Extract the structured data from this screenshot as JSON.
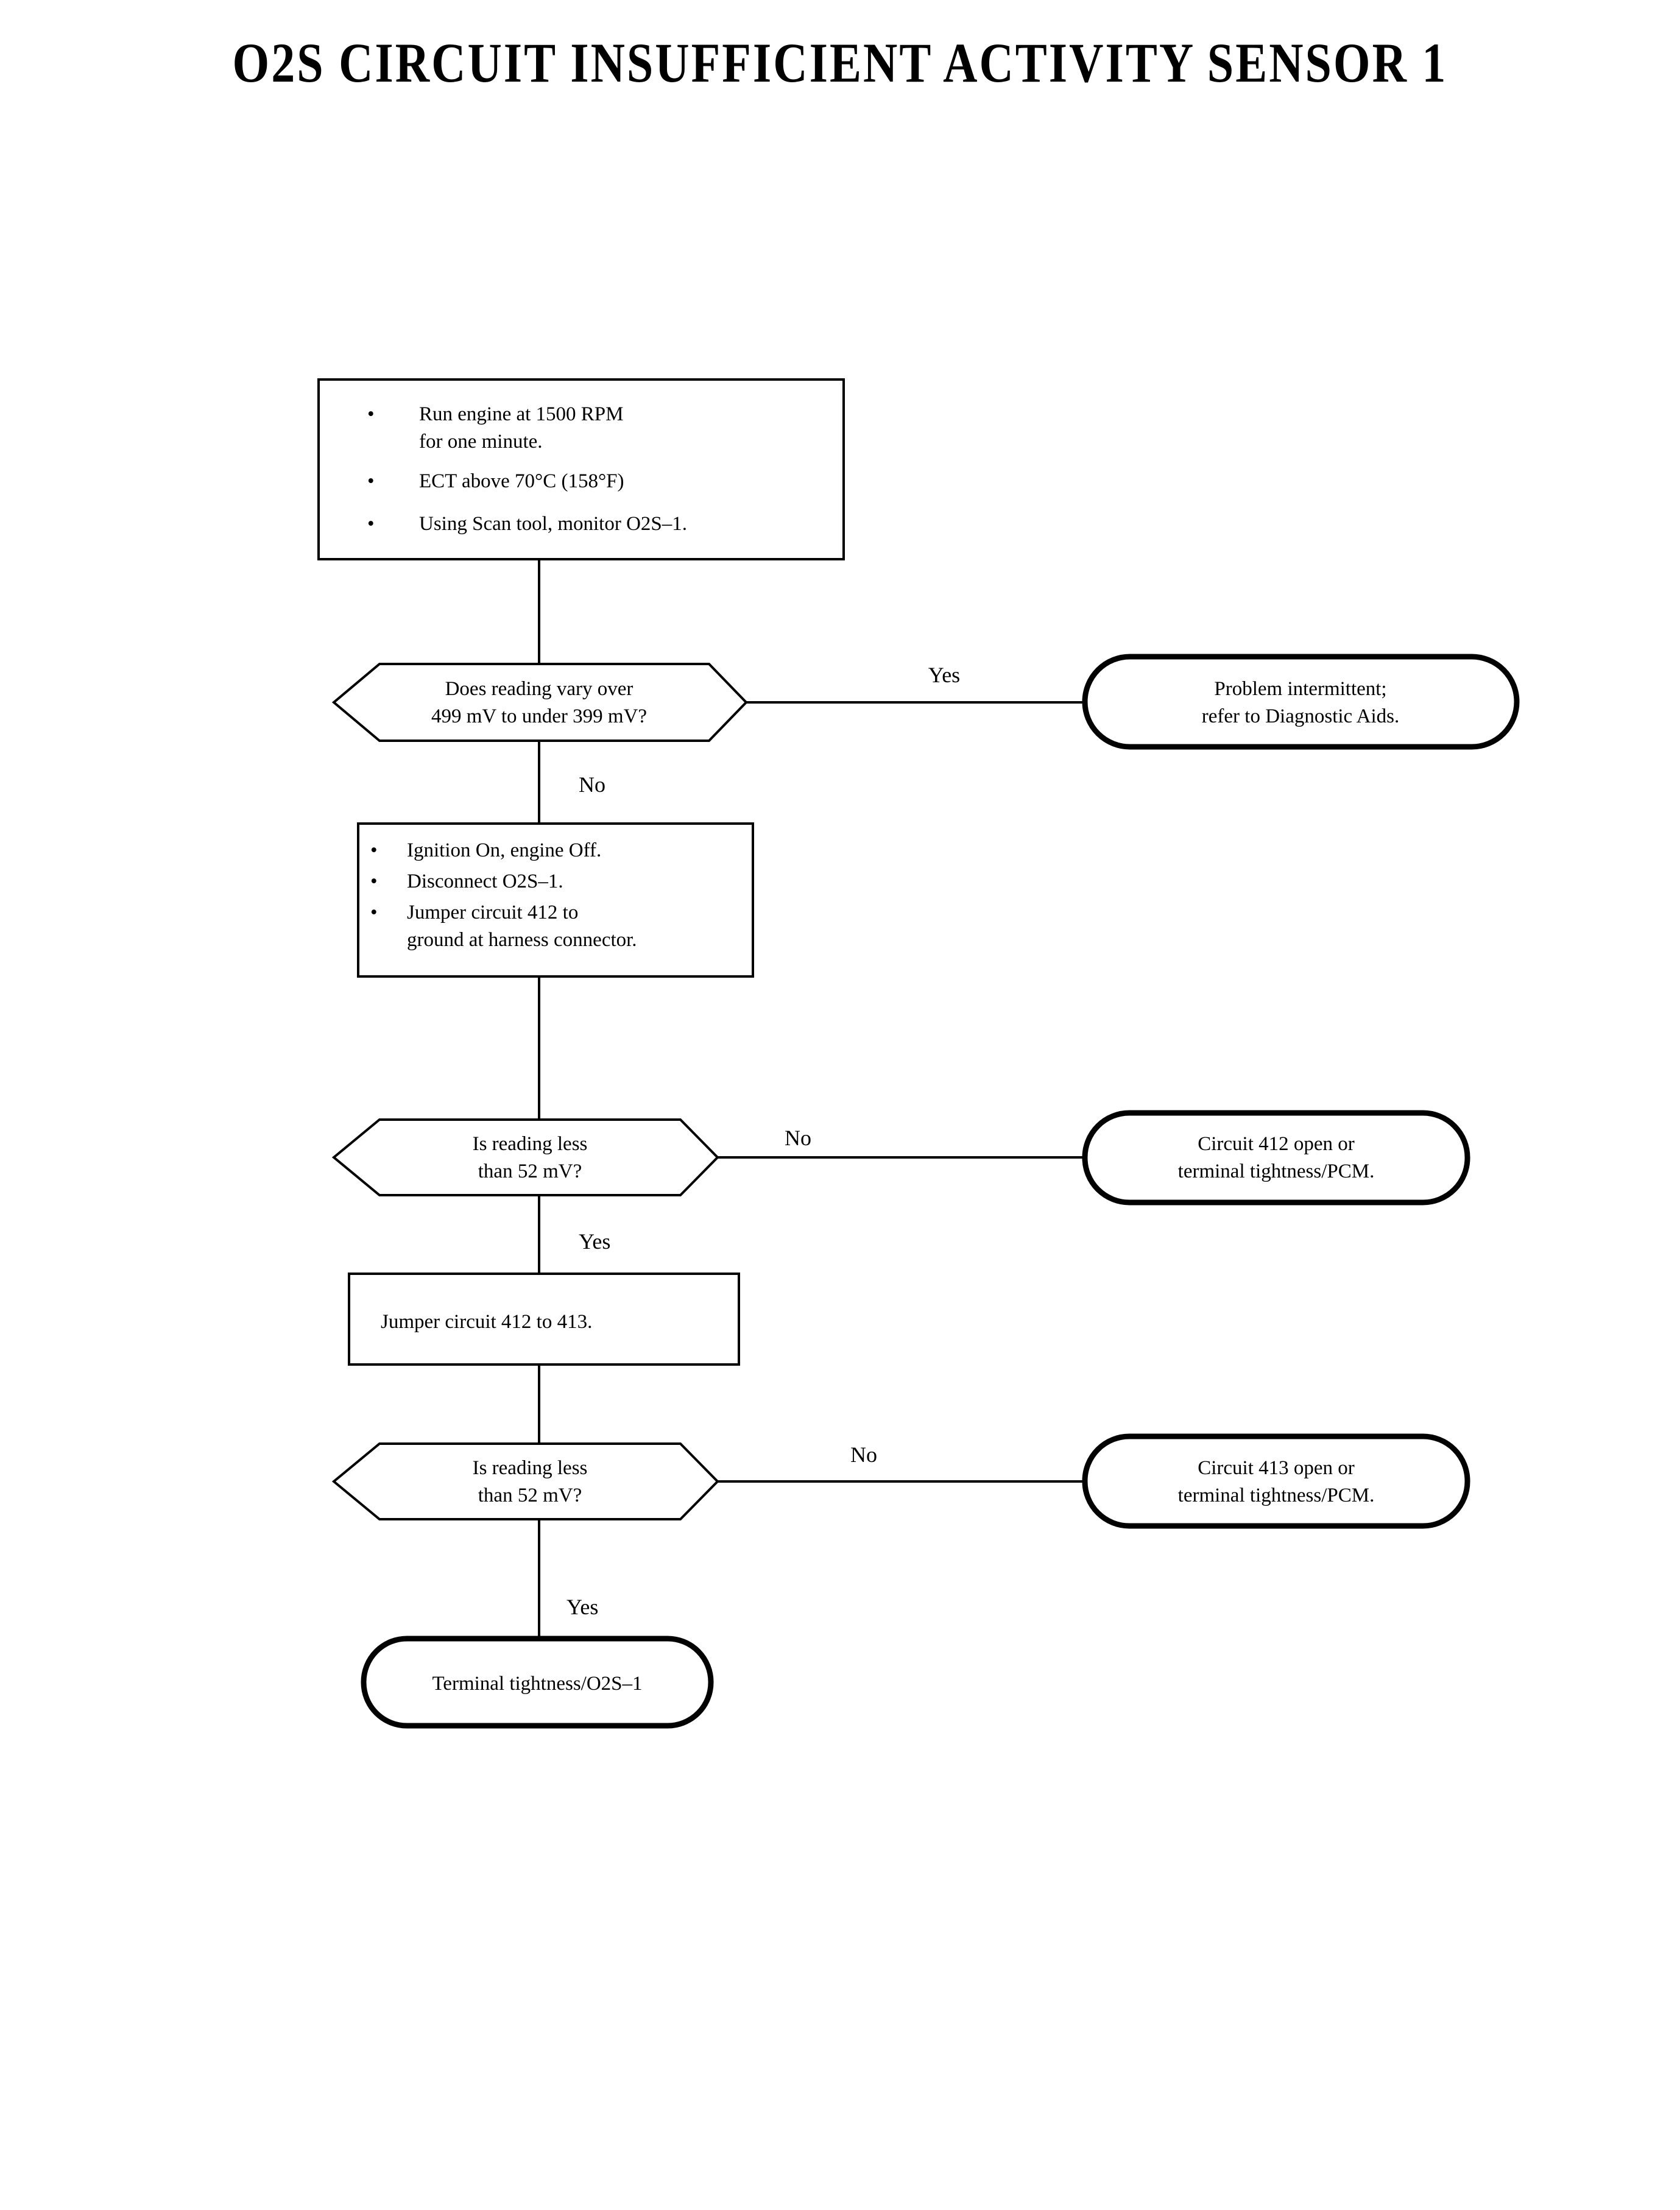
{
  "document": {
    "title": "O2S CIRCUIT INSUFFICIENT ACTIVITY SENSOR 1"
  },
  "chart_data": {
    "type": "diagram",
    "diagram_kind": "flowchart",
    "title": "O2S CIRCUIT INSUFFICIENT ACTIVITY SENSOR 1",
    "nodes": [
      {
        "id": "step1",
        "shape": "process",
        "bullets": true,
        "lines": [
          "Run engine at 1500 RPM",
          "for one minute.",
          "ECT above 70°C (158°F)",
          "Using Scan tool, monitor O2S–1."
        ],
        "bullet_items": [
          [
            "Run engine at 1500 RPM",
            "for one minute."
          ],
          [
            "ECT above 70°C (158°F)"
          ],
          [
            "Using Scan tool, monitor O2S–1."
          ]
        ]
      },
      {
        "id": "decision1",
        "shape": "decision",
        "lines": [
          "Does reading vary over",
          "499 mV to under 399 mV?"
        ]
      },
      {
        "id": "result1",
        "shape": "terminator",
        "lines": [
          "Problem intermittent;",
          "refer to Diagnostic Aids."
        ]
      },
      {
        "id": "step2",
        "shape": "process",
        "bullets": true,
        "bullet_items": [
          [
            "Ignition On, engine Off."
          ],
          [
            "Disconnect O2S–1."
          ],
          [
            "Jumper circuit 412 to",
            "ground at harness connector."
          ]
        ]
      },
      {
        "id": "decision2",
        "shape": "decision",
        "lines": [
          "Is reading less",
          "than 52 mV?"
        ]
      },
      {
        "id": "result2",
        "shape": "terminator",
        "lines": [
          "Circuit 412 open or",
          "terminal tightness/PCM."
        ]
      },
      {
        "id": "step3",
        "shape": "process",
        "bullets": false,
        "lines": [
          "Jumper circuit 412 to 413."
        ]
      },
      {
        "id": "decision3",
        "shape": "decision",
        "lines": [
          "Is reading less",
          "than 52 mV?"
        ]
      },
      {
        "id": "result3",
        "shape": "terminator",
        "lines": [
          "Circuit 413 open or",
          "terminal tightness/PCM."
        ]
      },
      {
        "id": "result4",
        "shape": "terminator",
        "lines": [
          "Terminal tightness/O2S–1"
        ]
      }
    ],
    "edges": [
      {
        "from": "step1",
        "to": "decision1",
        "label": ""
      },
      {
        "from": "decision1",
        "to": "result1",
        "label": "Yes"
      },
      {
        "from": "decision1",
        "to": "step2",
        "label": "No"
      },
      {
        "from": "step2",
        "to": "decision2",
        "label": ""
      },
      {
        "from": "decision2",
        "to": "result2",
        "label": "No"
      },
      {
        "from": "decision2",
        "to": "step3",
        "label": "Yes"
      },
      {
        "from": "step3",
        "to": "decision3",
        "label": ""
      },
      {
        "from": "decision3",
        "to": "result3",
        "label": "No"
      },
      {
        "from": "decision3",
        "to": "result4",
        "label": "Yes"
      }
    ]
  },
  "flow": {
    "step1": {
      "b1l1": "Run engine at 1500 RPM",
      "b1l2": "for one minute.",
      "b2l1": "ECT above 70°C (158°F)",
      "b3l1": "Using Scan tool, monitor O2S–1.",
      "bullet": "•"
    },
    "decision1": {
      "line1": "Does reading vary over",
      "line2": "499 mV to under 399 mV?"
    },
    "result1": {
      "line1": "Problem intermittent;",
      "line2": "refer to Diagnostic Aids."
    },
    "step2": {
      "b1l1": "Ignition On, engine Off.",
      "b2l1": "Disconnect O2S–1.",
      "b3l1": "Jumper circuit 412 to",
      "b3l2": "ground at harness connector.",
      "bullet": "•"
    },
    "decision2": {
      "line1": "Is reading less",
      "line2": "than 52 mV?"
    },
    "result2": {
      "line1": "Circuit 412 open or",
      "line2": "terminal tightness/PCM."
    },
    "step3": {
      "line1": "Jumper circuit 412 to 413."
    },
    "decision3": {
      "line1": "Is reading less",
      "line2": "than 52 mV?"
    },
    "result3": {
      "line1": "Circuit 413 open or",
      "line2": "terminal tightness/PCM."
    },
    "result4": {
      "line1": "Terminal tightness/O2S–1"
    },
    "labels": {
      "yes1": "Yes",
      "no1": "No",
      "no2": "No",
      "yes2": "Yes",
      "no3": "No",
      "yes3": "Yes"
    }
  },
  "colors": {
    "ink": "#000000",
    "paper": "#ffffff"
  }
}
